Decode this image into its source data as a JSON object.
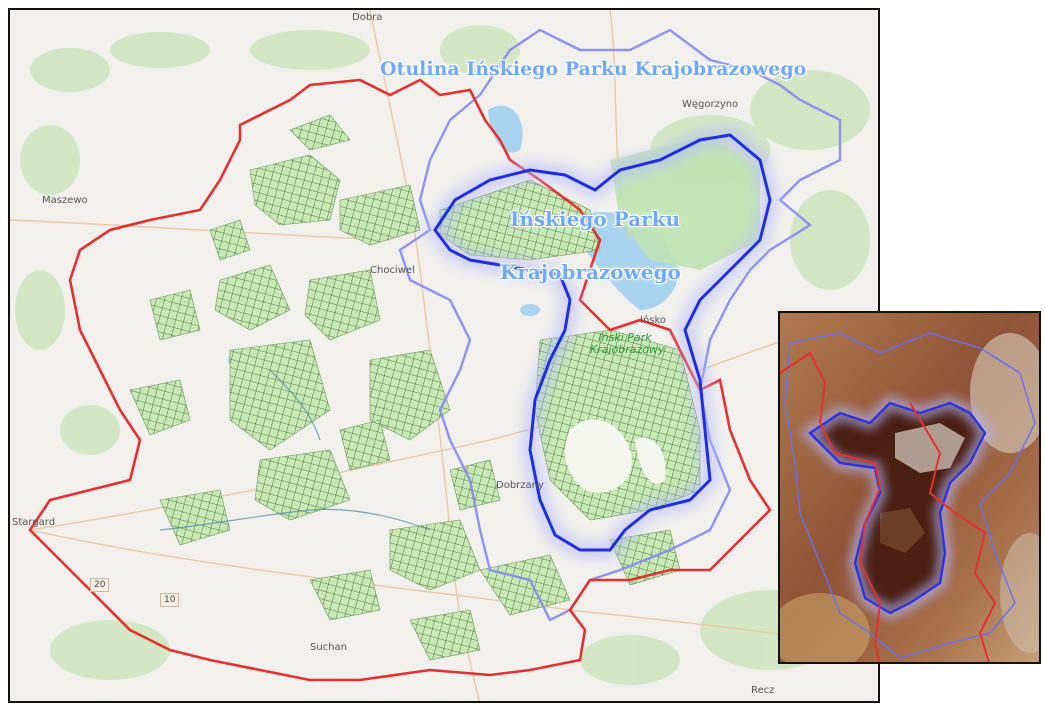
{
  "places": {
    "dobra": "Dobra",
    "wegorzyno": "Węgorzyno",
    "maszewo": "Maszewo",
    "chociwel": "Chociwel",
    "insko": "Ińsko",
    "dobrzany": "Dobrzany",
    "stargard": "Stargard",
    "suchan": "Suchan",
    "recz": "Recz"
  },
  "roads": {
    "r20": "20",
    "r10": "10"
  },
  "labels": {
    "otulina": "Otulina Ińskiego Parku Krajobrazowego",
    "park_line1": "Ińskiego Parku",
    "park_line2": "Krajobrazowego",
    "park_green_line1": "Iński Park",
    "park_green_line2": "Krajobrazowy"
  },
  "colors": {
    "commune_boundary": "#e53030",
    "buffer_zone": "#8a8cf0",
    "park_boundary": "#1d2fe0",
    "forest": "#c4e6b0",
    "water": "#a8d4ef",
    "title_text": "#6fa8ff"
  }
}
